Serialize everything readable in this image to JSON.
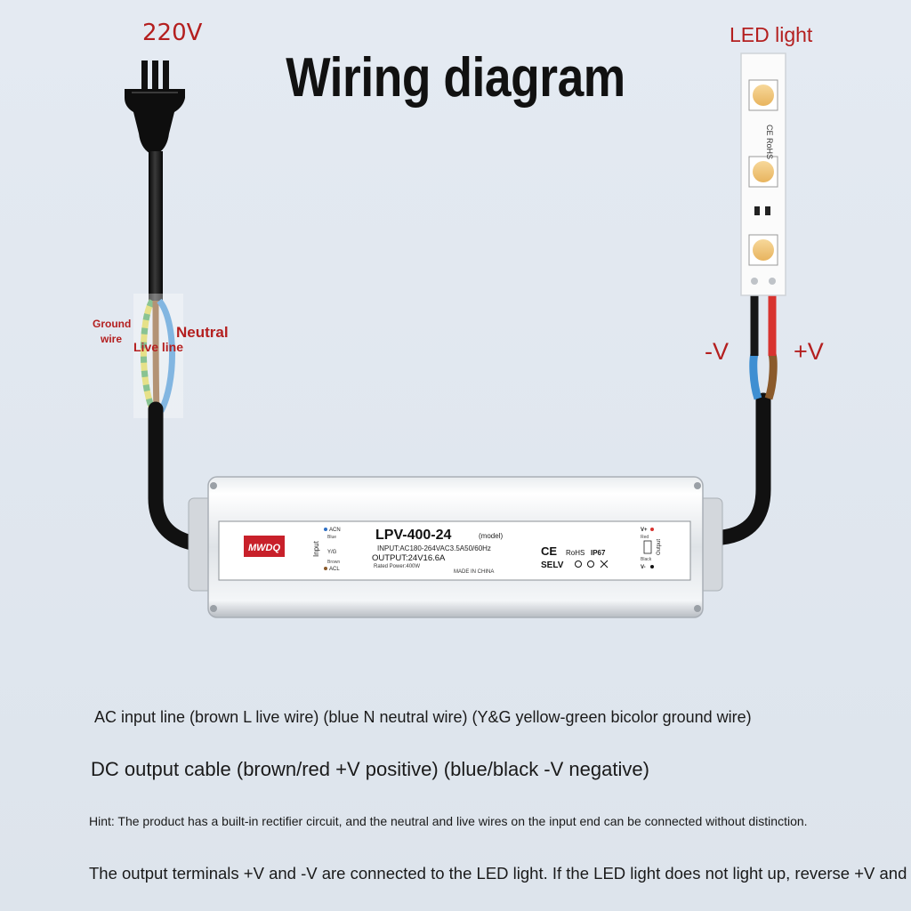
{
  "title": "Wiring diagram",
  "labels": {
    "voltage_in": "220V",
    "led_light": "LED light",
    "ground_wire_line1": "Ground",
    "ground_wire_line2": "wire",
    "neutral": "Neutral",
    "live_line": "Live line",
    "minus_v": "-V",
    "plus_v": "+V"
  },
  "psu": {
    "brand": "MWDQ",
    "model": "LPV-400-24",
    "model_suffix": "(model)",
    "input_spec": "INPUT:AC180-264VAC3.5A50/60Hz",
    "output_spec": "OUTPUT:24V16.6A",
    "power_spec": "Rated Power:400W",
    "made_in": "MADE IN CHINA",
    "input_side_label": "Input",
    "output_side_label": "Output",
    "acn": "ACN",
    "blue": "Blue",
    "yg": "Y/G",
    "brown": "Brown",
    "acl": "ACL",
    "v_plus": "V+",
    "red": "Red",
    "black": "Black",
    "v_minus": "V-",
    "ce": "CE",
    "rohs": "RoHS",
    "ip67": "IP67",
    "selv": "SELV"
  },
  "strip": {
    "mark": "CE RoHS"
  },
  "notes": {
    "ac_input": "AC input line (brown L live wire) (blue N neutral wire) (Y&G yellow-green bicolor ground wire)",
    "dc_output": "DC output cable (brown/red +V positive) (blue/black -V negative)",
    "hint": "Hint: The product has a built-in rectifier circuit, and the neutral and live wires on the input end can be connected without distinction.",
    "terminals": "The output terminals +V and -V are connected to the LED light. If the LED light does not light up, reverse +V and -V."
  },
  "colors": {
    "label_red": "#b41f1f",
    "wire_brown": "#8a5a2b",
    "wire_blue": "#3f8fd2",
    "wire_red": "#d8332f",
    "ground_yellow": "#d9d24a",
    "ground_green": "#4aa35a",
    "cable_black": "#161616",
    "brand_red": "#c8202a"
  }
}
